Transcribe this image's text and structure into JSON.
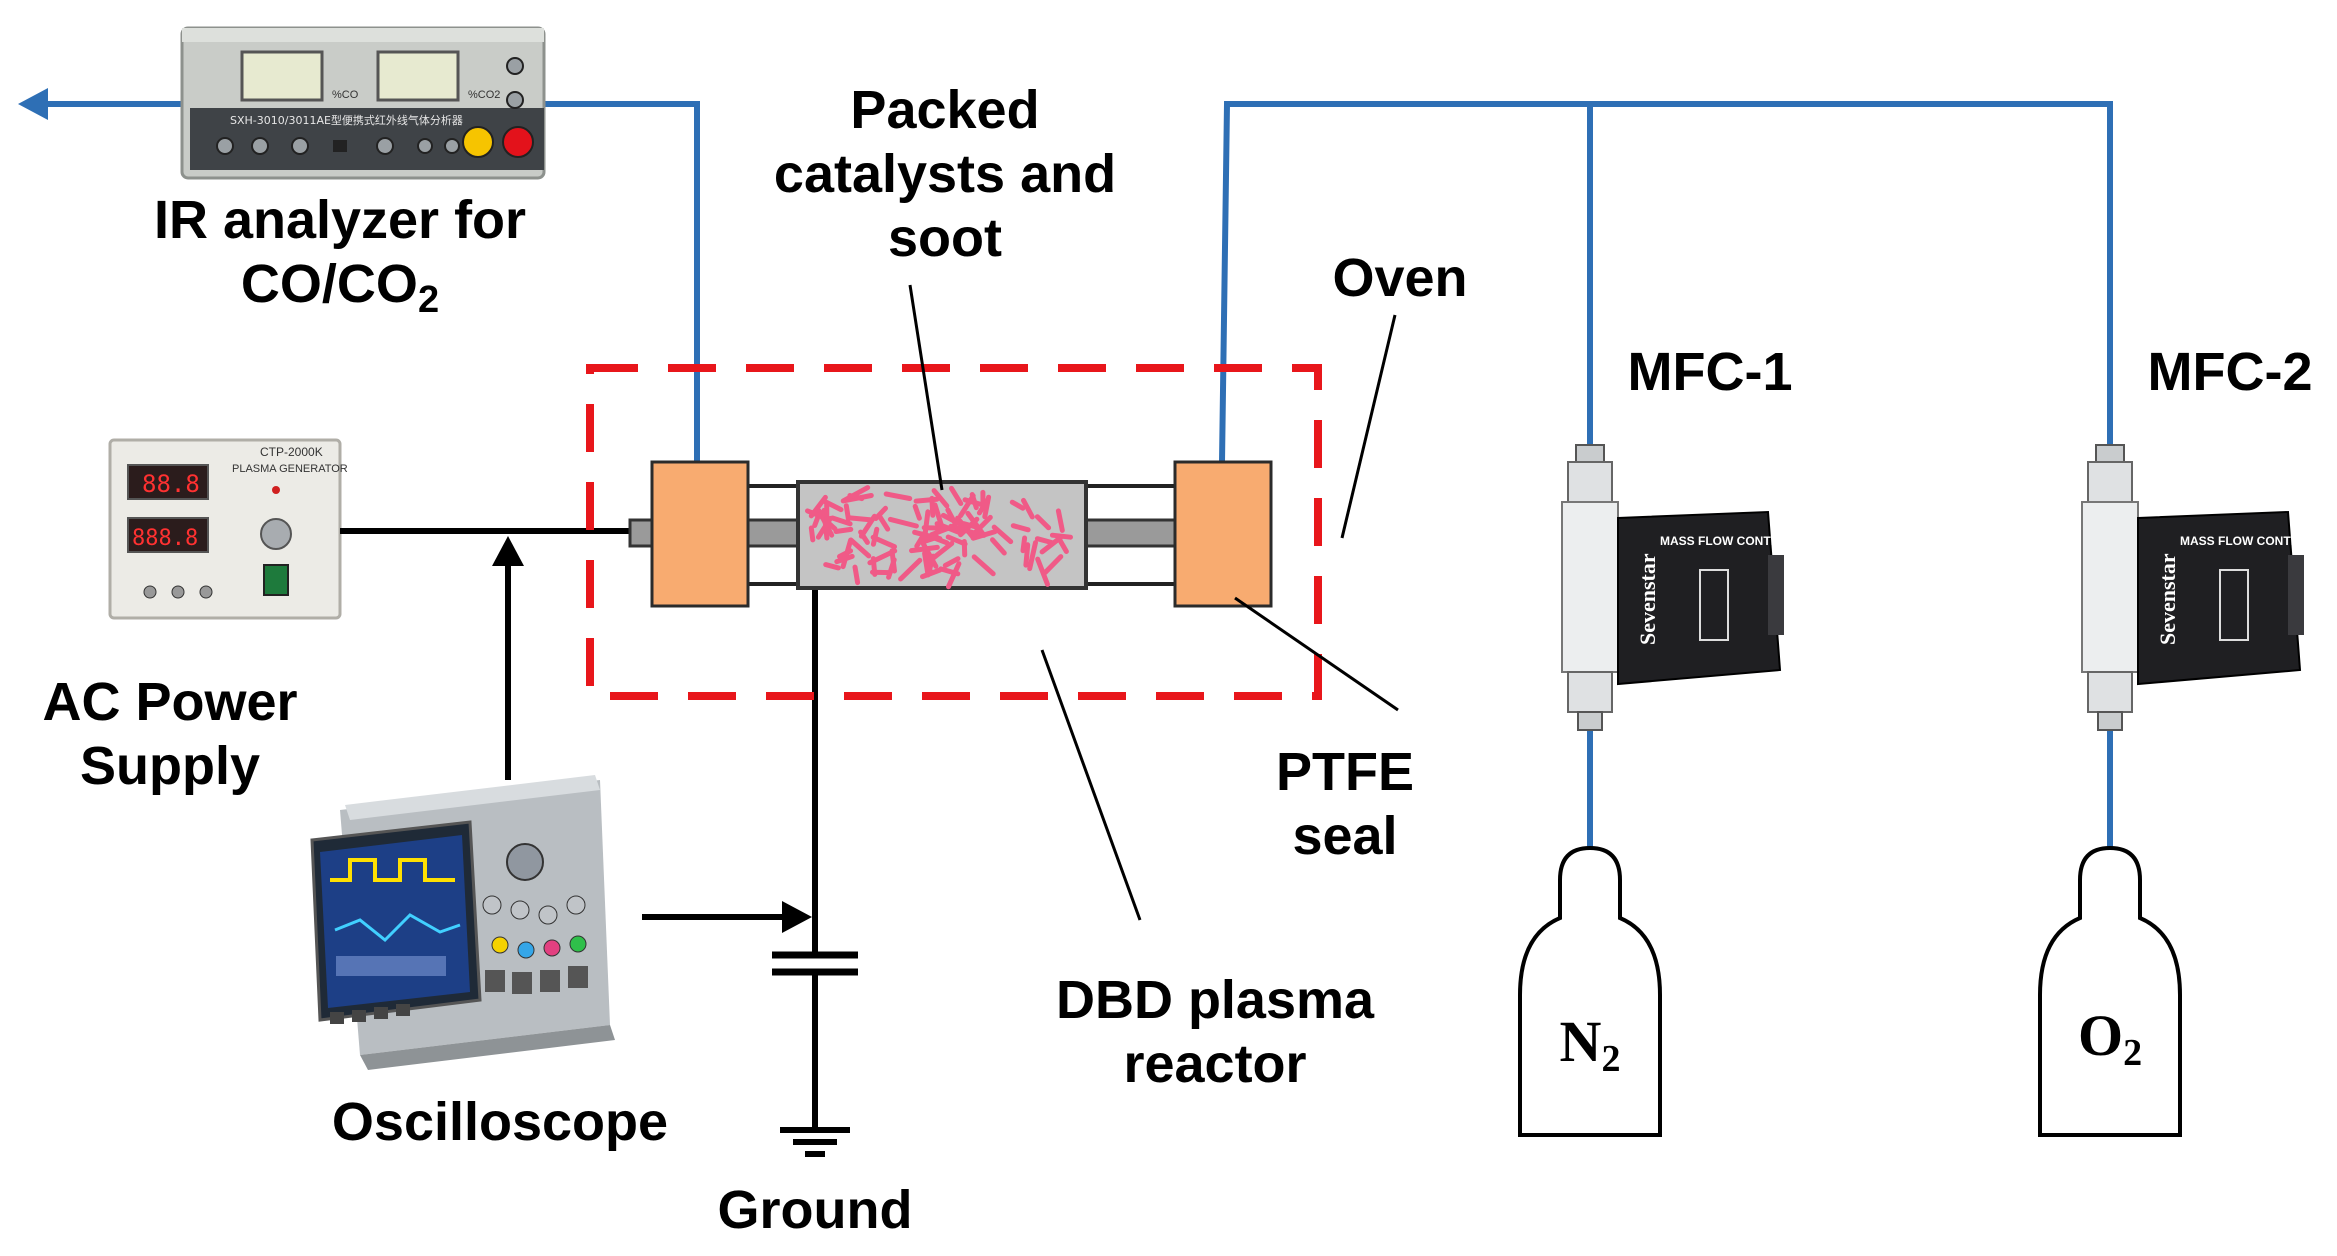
{
  "labels": {
    "ir_analyzer_line1": "IR analyzer for",
    "ir_analyzer_line2_main": "CO/CO",
    "ir_analyzer_line2_sub": "2",
    "packed_line1": "Packed",
    "packed_line2": "catalysts and",
    "packed_line3": "soot",
    "oven": "Oven",
    "mfc1": "MFC-1",
    "mfc2": "MFC-2",
    "ac_line1": "AC Power",
    "ac_line2": "Supply",
    "ptfe_line1": "PTFE",
    "ptfe_line2": "seal",
    "dbd_line1": "DBD plasma",
    "dbd_line2": "reactor",
    "oscilloscope": "Oscilloscope",
    "ground": "Ground",
    "n2_main": "N",
    "n2_sub": "2",
    "o2_main": "O",
    "o2_sub": "2"
  },
  "device_text": {
    "analyzer_model": "SXH-3010/3011AE型便携式红外线气体分析器",
    "analyzer_co": "%CO",
    "analyzer_co2": "%CO2",
    "power_model": "CTP-2000K",
    "power_title": "PLASMA GENERATOR",
    "power_v_reading": "88.8",
    "power_a_reading": "888.8",
    "mfc_title": "MASS FLOW CONTROLLER",
    "mfc_brand": "Sevenstar"
  },
  "colors": {
    "gas_line": "#2e6fb5",
    "oven_border": "#e8161b",
    "seal_fill": "#f8ab70",
    "seal_border": "#2b2b2b",
    "catalyst": "#f05a87",
    "reactor_body": "#c4c4c4",
    "wire": "#000000"
  }
}
